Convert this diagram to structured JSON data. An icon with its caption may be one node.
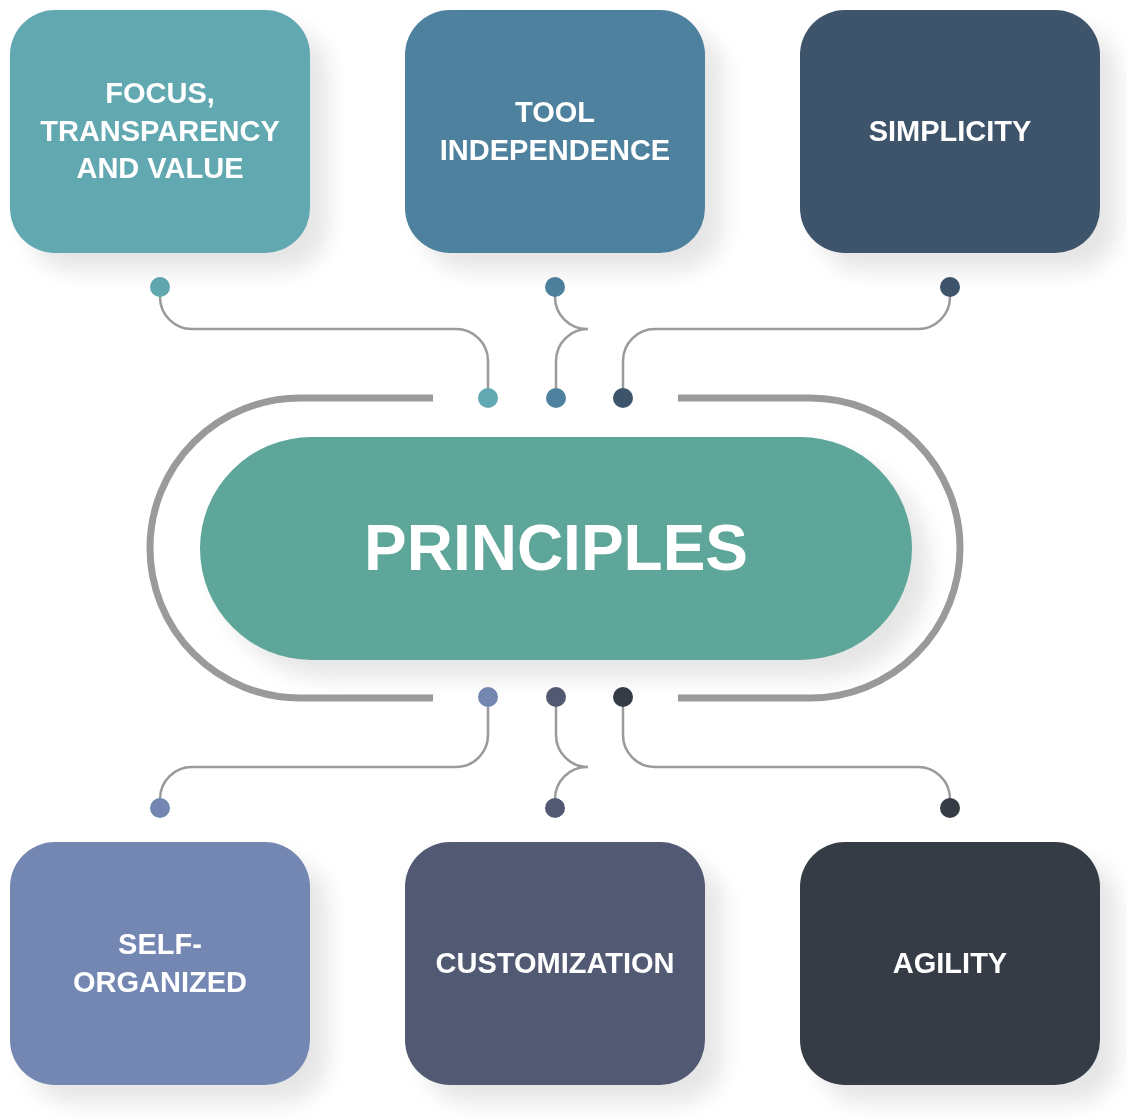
{
  "diagram": {
    "nodes": [
      {
        "text": [
          "FOCUS, TRANSPARENCY AND VALUE"
        ]
      },
      {
        "text": [
          "TOOL INDEPENDENCE"
        ]
      },
      {
        "text": [
          "SIMPLICITY"
        ]
      },
      {
        "text": [
          "SELF-ORGANIZED"
        ]
      },
      {
        "text": [
          "CUSTOMIZATION"
        ]
      },
      {
        "text": [
          "AGILITY"
        ]
      },
      {
        "text": [
          "PRINCIPLES"
        ]
      }
    ],
    "edges": [
      {
        "from": 0,
        "to": 6,
        "arrow": "other"
      },
      {
        "from": 1,
        "to": 6,
        "arrow": "other"
      },
      {
        "from": 2,
        "to": 6,
        "arrow": "other"
      },
      {
        "from": 3,
        "to": 6,
        "arrow": "other"
      },
      {
        "from": 4,
        "to": 6,
        "arrow": "other"
      },
      {
        "from": 5,
        "to": 6,
        "arrow": "other"
      }
    ]
  }
}
